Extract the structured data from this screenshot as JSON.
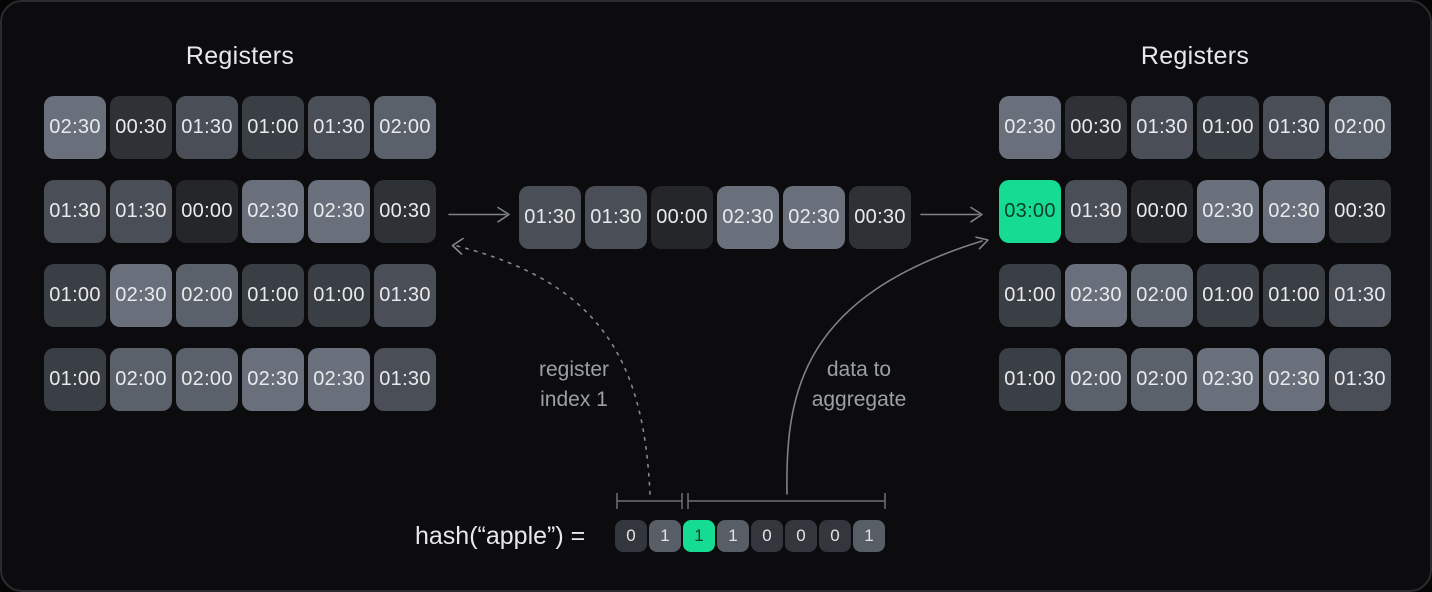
{
  "diagram": {
    "left_grid": {
      "title": "Registers",
      "rows": [
        [
          "02:30",
          "00:30",
          "01:30",
          "01:00",
          "01:30",
          "02:00"
        ],
        [
          "01:30",
          "01:30",
          "00:00",
          "02:30",
          "02:30",
          "00:30"
        ],
        [
          "01:00",
          "02:30",
          "02:00",
          "01:00",
          "01:00",
          "01:30"
        ],
        [
          "01:00",
          "02:00",
          "02:00",
          "02:30",
          "02:30",
          "01:30"
        ]
      ]
    },
    "middle_row": {
      "cells": [
        "01:30",
        "01:30",
        "00:00",
        "02:30",
        "02:30",
        "00:30"
      ]
    },
    "right_grid": {
      "title": "Registers",
      "rows": [
        [
          "02:30",
          "00:30",
          "01:30",
          "01:00",
          "01:30",
          "02:00"
        ],
        [
          "03:00",
          "01:30",
          "00:00",
          "02:30",
          "02:30",
          "00:30"
        ],
        [
          "01:00",
          "02:30",
          "02:00",
          "01:00",
          "01:00",
          "01:30"
        ],
        [
          "01:00",
          "02:00",
          "02:00",
          "02:30",
          "02:30",
          "01:30"
        ]
      ],
      "highlight": {
        "row": 1,
        "col": 0,
        "value": "03:00"
      }
    },
    "annotations": {
      "register_index_line1": "register",
      "register_index_line2": "index 1",
      "aggregate_line1": "data to",
      "aggregate_line2": "aggregate"
    },
    "hash": {
      "label": "hash(“apple”) =",
      "bits": [
        "0",
        "1",
        "1",
        "1",
        "0",
        "0",
        "0",
        "1"
      ],
      "highlight_index": 2,
      "index_bit_count": 2
    },
    "colors": {
      "values": {
        "00:00": "#242629",
        "00:30": "#2e3136",
        "01:00": "#3a3e45",
        "01:30": "#4a4f57",
        "02:00": "#5b616a",
        "02:30": "#6a707b"
      },
      "highlight_bg": "#16dc93",
      "highlight_text": "#0a3d2c",
      "bit_zero_bg": "#33363c",
      "bit_one_bg": "#585e66",
      "line": "#7e8287",
      "bracket": "#6d7176",
      "label_text": "#9aa0a7"
    }
  }
}
